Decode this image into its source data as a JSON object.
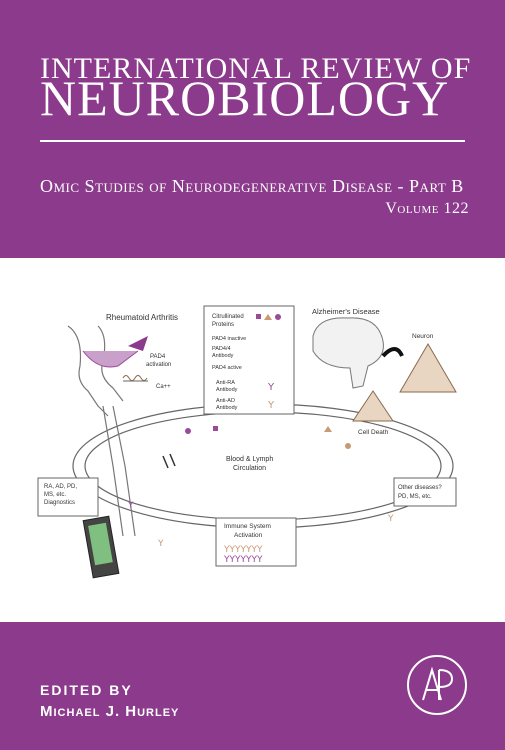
{
  "cover": {
    "series_line1": "INTERNATIONAL REVIEW OF",
    "series_line2": "NEUROBIOLOGY",
    "subtitle": "Omic Studies of Neurodegenerative Disease - Part B",
    "volume": "Volume 122",
    "edited_by": "EDITED BY",
    "editor": "Michael J. Hurley"
  },
  "figure": {
    "rheumatoid": "Rheumatoid Arthritis",
    "pad4_activation_1": "PAD4",
    "pad4_activation_2": "activation",
    "ca": "Ca++",
    "legend": {
      "citrullinated_1": "Citrullinated",
      "citrullinated_2": "Proteins",
      "pad4_inactive": "PAD4 inactive",
      "pad4_antibody_1": "PAD4/4",
      "pad4_antibody_2": "Antibody",
      "pad4_active": "PAD4 active",
      "anti_ra_1": "Anti-RA",
      "anti_ra_2": "Antibody",
      "anti_ad_1": "Anti-AD",
      "anti_ad_2": "Antibody"
    },
    "alzheimers": "Alzheimer's Disease",
    "neuron": "Neuron",
    "cell_death": "Cell Death",
    "circulation_1": "Blood & Lymph",
    "circulation_2": "Circulation",
    "diagnostics_1": "RA, AD, PD,",
    "diagnostics_2": "MS, etc.",
    "diagnostics_3": "Diagnostics",
    "other_1": "Other diseases?",
    "other_2": "PD, MS, etc.",
    "immune_1": "Immune System",
    "immune_2": "Activation"
  },
  "colors": {
    "band": "#8c3b8c",
    "marker_purple": "#9a4a9a",
    "marker_tan": "#c79a72"
  }
}
